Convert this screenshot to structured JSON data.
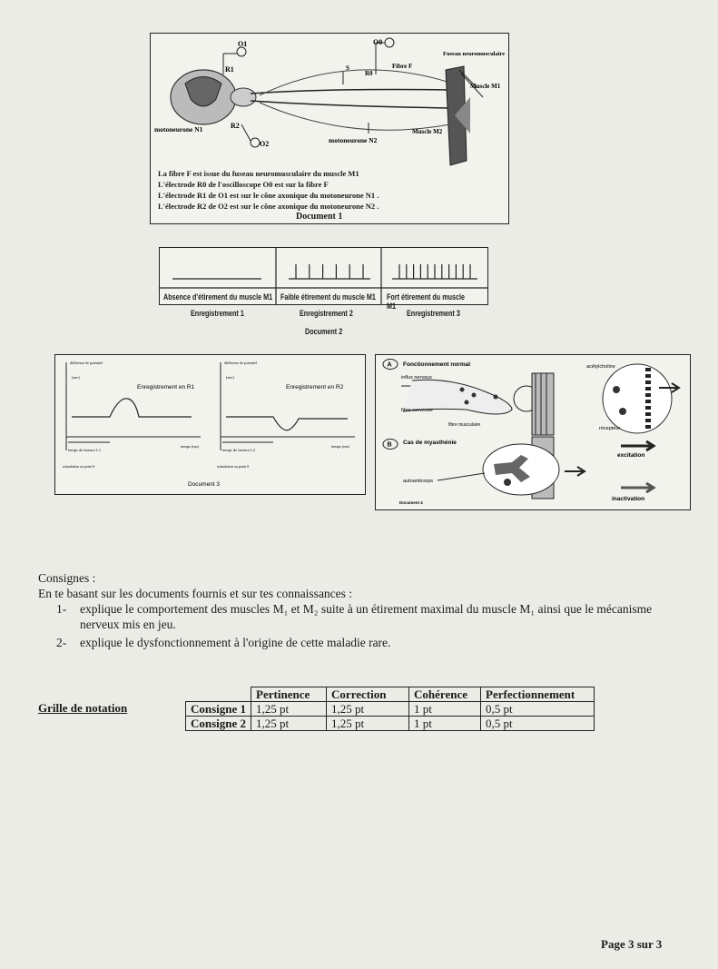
{
  "document1": {
    "labels": {
      "o1": "O1",
      "o0": "O0",
      "o2": "O2",
      "r1": "R1",
      "r0": "R0",
      "r2": "R2",
      "s": "S",
      "fibre_f": "Fibre F",
      "fuseau": "Fuseau neuromusculaire",
      "muscle_m1": "Muscle M1",
      "muscle_m2": "Muscle M2",
      "motoneurone_n1": "motoneurone N1",
      "motoneurone_n2": "motoneurone N2"
    },
    "caption_lines": [
      "La fibre F est issue du fuseau neuromusculaire du muscle M1",
      "L'électrode R0  de l'oscilloscope O0  est sur la fibre F",
      "L'électrode R1  de O1  est sur le cône axonique du motoneurone N1 .",
      "L'électrode R2  de O2  est sur le cône axonique du motoneurone N2 ."
    ],
    "title": "Document 1"
  },
  "document2": {
    "recordings": [
      {
        "condition": "Absence d'étirement du muscle M1",
        "label": "Enregistrement 1",
        "spikes": 0
      },
      {
        "condition": "Faible étirement du muscle M1",
        "label": "Enregistrement 2",
        "spikes": 6
      },
      {
        "condition": "Fort étirement du muscle M1",
        "label": "Enregistrement 3",
        "spikes": 11
      }
    ],
    "title": "Document 2"
  },
  "document3": {
    "left": {
      "yaxis": "différence de potentiel",
      "unit": "(mv)",
      "title": "Enregistrement en R1",
      "xaxis": "temps (ms)",
      "latency": "temps de latence L1",
      "stim": "stimulation au point S"
    },
    "right": {
      "yaxis": "différence de potentiel",
      "unit": "(mv)",
      "title": "Enregistrement en R2",
      "xaxis": "temps (ms)",
      "latency": "temps de latence L2",
      "stim": "stimulation au point S"
    },
    "title": "Document 3"
  },
  "document4": {
    "a_letter": "A",
    "a_title": "Fonctionnement normal",
    "acetylcholine": "acétylcholine",
    "influx": "influx nerveux",
    "fibre_nerveuse": "fibre nerveuse",
    "fibre_musculaire": "fibre musculaire",
    "recepteur": "récepteur",
    "b_letter": "B",
    "b_title": "Cas de myasthénie",
    "excitation": "excitation",
    "autoanticorps": "autoanticorps",
    "inactivation": "inactivation",
    "title": "Document 4"
  },
  "consignes": {
    "title": "Consignes :",
    "intro": "En te basant sur les documents fournis et sur tes connaissances :",
    "items": [
      {
        "num": "1-",
        "text": "explique le comportement des muscles M₁ et M₂ suite à un étirement maximal du muscle M₁ ainsi que le mécanisme nerveux mis en jeu."
      },
      {
        "num": "2-",
        "text": "explique le dysfonctionnement à l'origine de cette maladie rare."
      }
    ]
  },
  "grille": {
    "label": "Grille de notation",
    "headers": [
      "Pertinence",
      "Correction",
      "Cohérence",
      "Perfectionnement"
    ],
    "rows": [
      {
        "name": "Consigne 1",
        "values": [
          "1,25 pt",
          "1,25 pt",
          "1 pt",
          "0,5 pt"
        ]
      },
      {
        "name": "Consigne 2",
        "values": [
          "1,25 pt",
          "1,25 pt",
          "1 pt",
          "0,5 pt"
        ]
      }
    ]
  },
  "page": "Page 3 sur 3"
}
